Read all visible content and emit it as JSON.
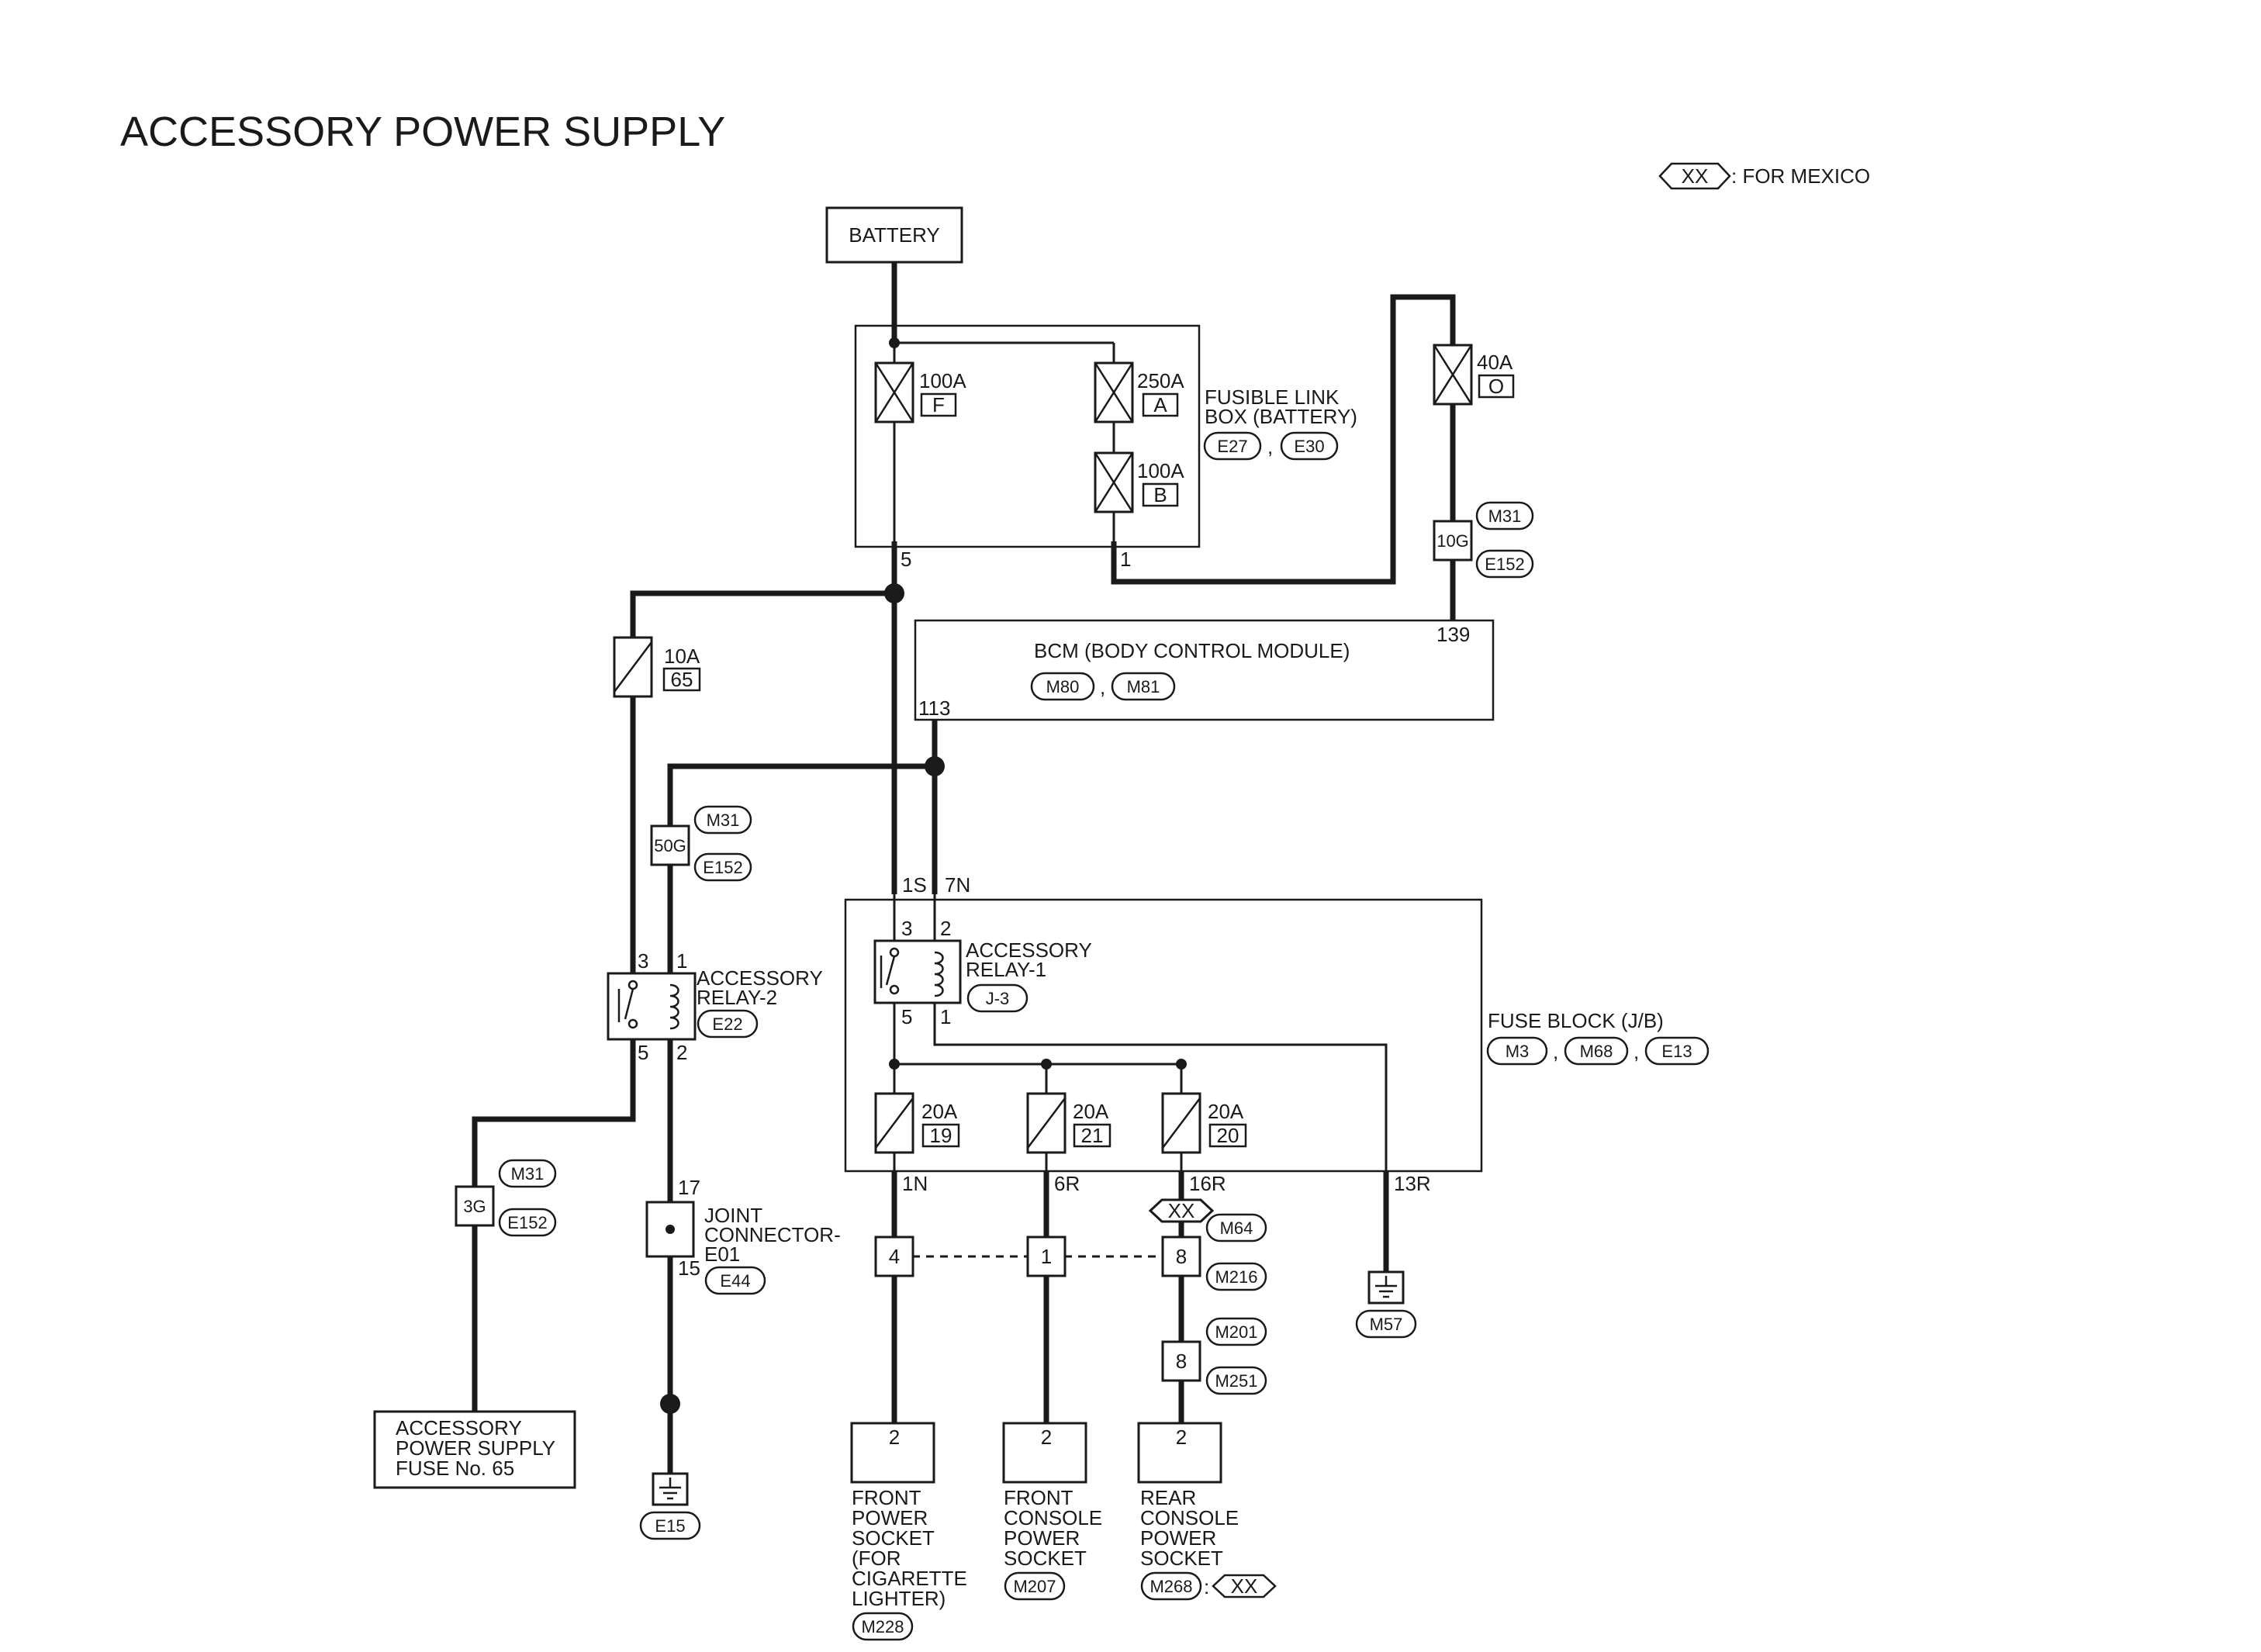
{
  "title": "ACCESSORY POWER SUPPLY",
  "legend": {
    "tag": "XX",
    "text": ": FOR MEXICO"
  },
  "battery": "BATTERY",
  "fusible_link": {
    "name_line1": "FUSIBLE LINK",
    "name_line2": "BOX (BATTERY)",
    "connectors": [
      "E27",
      "E30"
    ],
    "sep": ",",
    "fuse_f": {
      "amp": "100A",
      "id": "F"
    },
    "fuse_a": {
      "amp": "250A",
      "id": "A"
    },
    "fuse_b": {
      "amp": "100A",
      "id": "B"
    },
    "pin_left": "5",
    "pin_right": "1"
  },
  "fuse_o": {
    "amp": "40A",
    "id": "O"
  },
  "conn_10g": {
    "pin": "10G",
    "m": "M31",
    "e": "E152"
  },
  "bcm": {
    "name": "BCM (BODY CONTROL MODULE)",
    "connectors": [
      "M80",
      "M81"
    ],
    "sep": ",",
    "pin_113": "113",
    "pin_139": "139"
  },
  "fuse_65": {
    "amp": "10A",
    "id": "65"
  },
  "conn_50g": {
    "pin": "50G",
    "m": "M31",
    "e": "E152"
  },
  "relay2": {
    "name_line1": "ACCESSORY",
    "name_line2": "RELAY-2",
    "connector": "E22",
    "pins": [
      "3",
      "1",
      "5",
      "2"
    ]
  },
  "conn_3g": {
    "pin": "3G",
    "m": "M31",
    "e": "E152"
  },
  "acc_fuse_box": [
    "ACCESSORY",
    "POWER SUPPLY",
    "FUSE No. 65"
  ],
  "joint": {
    "name_line1": "JOINT",
    "name_line2": "CONNECTOR-",
    "name_line3": "E01",
    "connector": "E44",
    "pin_top": "17",
    "pin_bottom": "15"
  },
  "ground_e15": "E15",
  "fuse_block": {
    "name": "FUSE BLOCK (J/B)",
    "connectors": [
      "M3",
      "M68",
      "E13"
    ],
    "sep": ",",
    "pin_1s": "1S",
    "pin_7n": "7N",
    "pins_bottom": [
      "1N",
      "6R",
      "16R",
      "13R"
    ]
  },
  "relay1": {
    "name_line1": "ACCESSORY",
    "name_line2": "RELAY-1",
    "connector": "J-3",
    "pins": [
      "3",
      "2",
      "5",
      "1"
    ]
  },
  "fuses_20a": [
    {
      "amp": "20A",
      "id": "19"
    },
    {
      "amp": "20A",
      "id": "21"
    },
    {
      "amp": "20A",
      "id": "20"
    }
  ],
  "xx_tag": "XX",
  "inline_conn": {
    "pins": [
      "4",
      "1",
      "8"
    ],
    "m64": "M64",
    "m216": "M216"
  },
  "inline_conn2": {
    "pin": "8",
    "top": "M201",
    "bottom": "M251"
  },
  "ground_m57": "M57",
  "sockets": [
    {
      "pin": "2",
      "lines": [
        "FRONT",
        "POWER",
        "SOCKET",
        "(FOR",
        "CIGARETTE",
        "LIGHTER)"
      ],
      "connector": "M228"
    },
    {
      "pin": "2",
      "lines": [
        "FRONT",
        "CONSOLE",
        "POWER",
        "SOCKET"
      ],
      "connector": "M207"
    },
    {
      "pin": "2",
      "lines": [
        "REAR",
        "CONSOLE",
        "POWER",
        "SOCKET"
      ],
      "connector": "M268",
      "suffix": ":",
      "tag": "XX"
    }
  ]
}
